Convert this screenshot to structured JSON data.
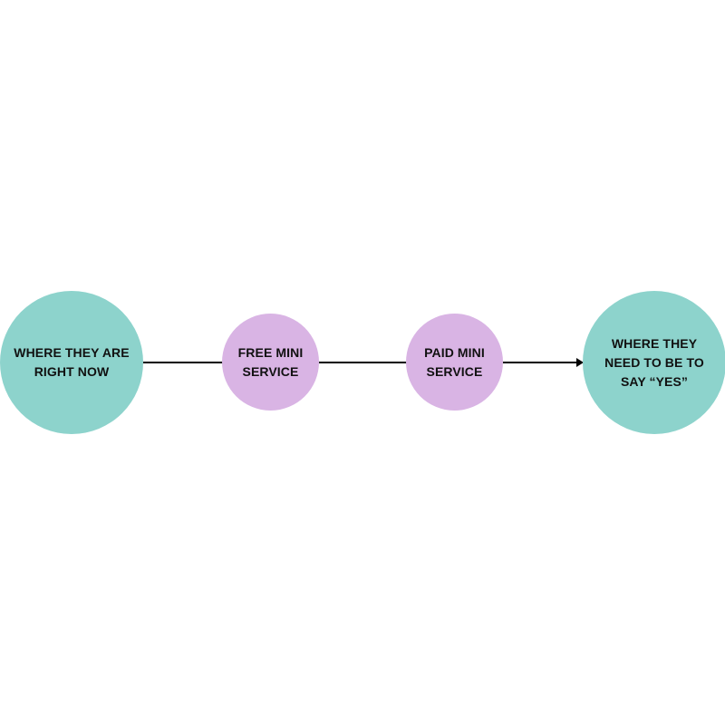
{
  "diagram": {
    "nodes": [
      {
        "id": "start",
        "label": "WHERE THEY ARE RIGHT NOW",
        "color": "#8dd3cc"
      },
      {
        "id": "free",
        "label": "FREE MINI SERVICE",
        "color": "#d9b4e4"
      },
      {
        "id": "paid",
        "label": "PAID MINI SERVICE",
        "color": "#d9b4e4"
      },
      {
        "id": "end",
        "label": "WHERE THEY NEED TO BE TO SAY “YES”",
        "color": "#8dd3cc"
      }
    ],
    "edges": [
      {
        "from": "start",
        "to": "free",
        "arrow": false
      },
      {
        "from": "free",
        "to": "paid",
        "arrow": false
      },
      {
        "from": "paid",
        "to": "end",
        "arrow": true
      }
    ],
    "line_color": "#000000"
  }
}
